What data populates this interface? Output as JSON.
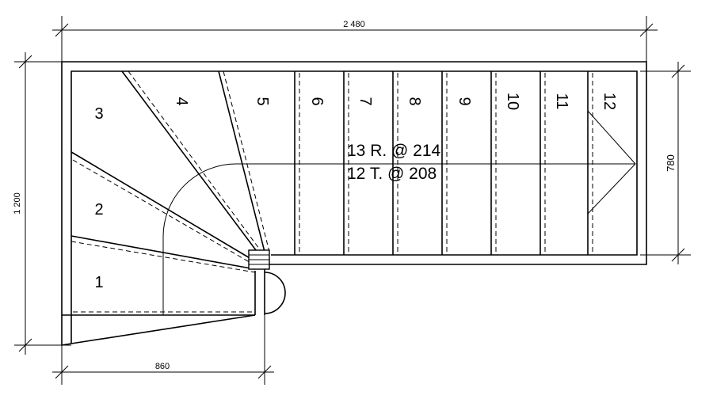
{
  "dimensions": {
    "total_length": "2 480",
    "total_width": "1 200",
    "flight_width": "780",
    "winder_width": "860"
  },
  "steps": [
    "1",
    "2",
    "3",
    "4",
    "5",
    "6",
    "7",
    "8",
    "9",
    "10",
    "11",
    "12"
  ],
  "notes": {
    "risers": "13 R. @ 214",
    "treads": "12 T. @ 208"
  }
}
